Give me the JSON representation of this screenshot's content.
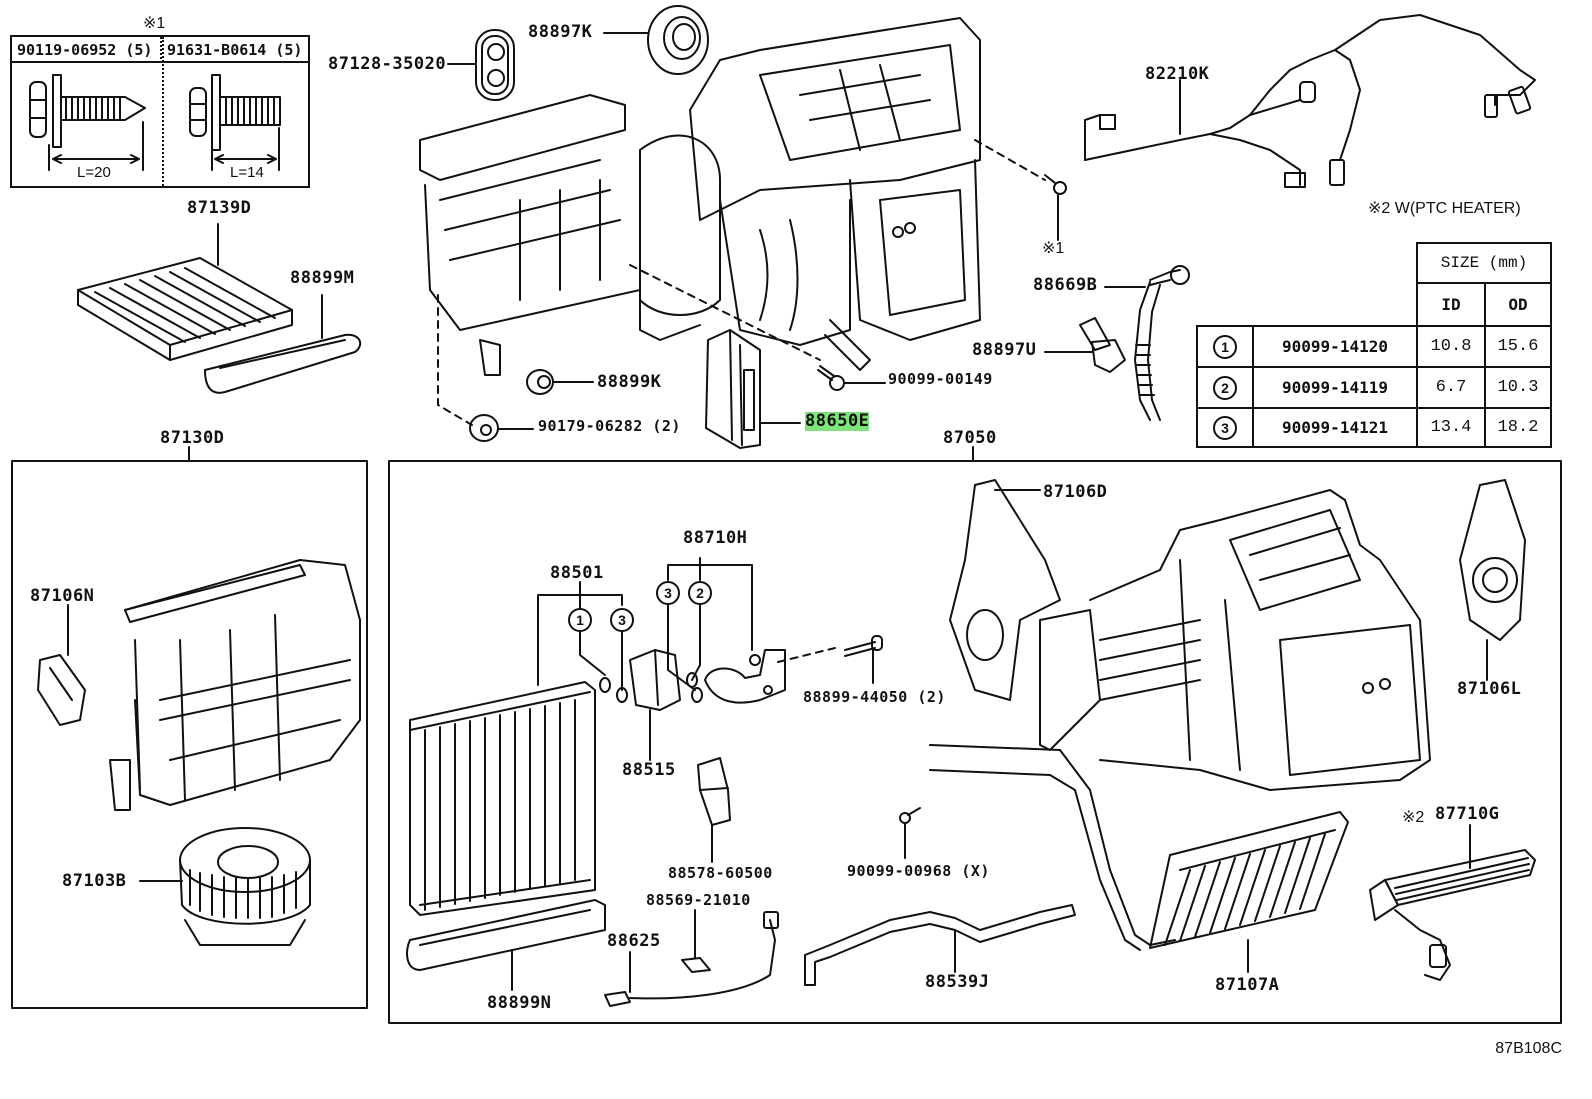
{
  "diagram": {
    "drawing_id": "87B108C",
    "footnote_marks": {
      "note1": "※1",
      "note2": "※2",
      "note2_text": "※2 W(PTC HEATER)"
    },
    "fastener_table": {
      "columns": [
        {
          "part": "90119-06952 (5)",
          "length": "L=20"
        },
        {
          "part": "91631-B0614 (5)",
          "length": "L=14"
        }
      ]
    },
    "hose_size_table": {
      "header": "SIZE (mm)",
      "subheaders": [
        "ID",
        "OD"
      ],
      "rows": [
        {
          "key": "1",
          "part": "90099-14120",
          "id": "10.8",
          "od": "15.6"
        },
        {
          "key": "2",
          "part": "90099-14119",
          "id": "6.7",
          "od": "10.3"
        },
        {
          "key": "3",
          "part": "90099-14121",
          "id": "13.4",
          "od": "18.2"
        }
      ]
    },
    "callouts": {
      "p87128_35020": "87128-35020",
      "p88897K": "88897K",
      "p82210K": "82210K",
      "p87139D": "87139D",
      "p88899M": "88899M",
      "p88669B": "88669B",
      "p88897U": "88897U",
      "p88899K": "88899K",
      "p90099_00149": "90099-00149",
      "p90179_06282": "90179-06282 (2)",
      "p88650E": "88650E",
      "p87130D": "87130D",
      "p87050": "87050",
      "p87106N": "87106N",
      "p87103B": "87103B",
      "p87106D": "87106D",
      "p87106L": "87106L",
      "p88710H": "88710H",
      "p88501": "88501",
      "p88899_44050": "88899-44050 (2)",
      "p88515": "88515",
      "p88578_60500": "88578-60500",
      "p88569_21010": "88569-21010",
      "p88625": "88625",
      "p88899N": "88899N",
      "p90099_00968": "90099-00968 (X)",
      "p88539J": "88539J",
      "p87107A": "87107A",
      "p87710G": "87710G"
    },
    "o_ring_keys": {
      "k88501_a": "1",
      "k88501_b": "3",
      "k88710H_a": "3",
      "k88710H_b": "2"
    },
    "highlighted_part": "88650E",
    "highlight_color": "#7ee37a"
  }
}
